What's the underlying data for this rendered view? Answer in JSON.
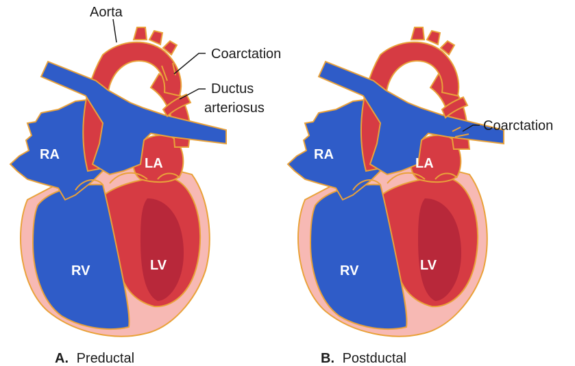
{
  "colors": {
    "red": "#d63b43",
    "red_dark": "#b8283a",
    "blue": "#2f5cc8",
    "pink": "#f7b9b4",
    "outline": "#e9a23a"
  },
  "panel_a": {
    "labels": {
      "aorta": "Aorta",
      "coarctation": "Coarctation",
      "ductus_line1": "Ductus",
      "ductus_line2": "arteriosus",
      "ra": "RA",
      "la": "LA",
      "rv": "RV",
      "lv": "LV"
    },
    "caption_letter": "A.",
    "caption_text": "Preductal"
  },
  "panel_b": {
    "labels": {
      "coarctation": "Coarctation",
      "ra": "RA",
      "la": "LA",
      "rv": "RV",
      "lv": "LV"
    },
    "caption_letter": "B.",
    "caption_text": "Postductal"
  }
}
